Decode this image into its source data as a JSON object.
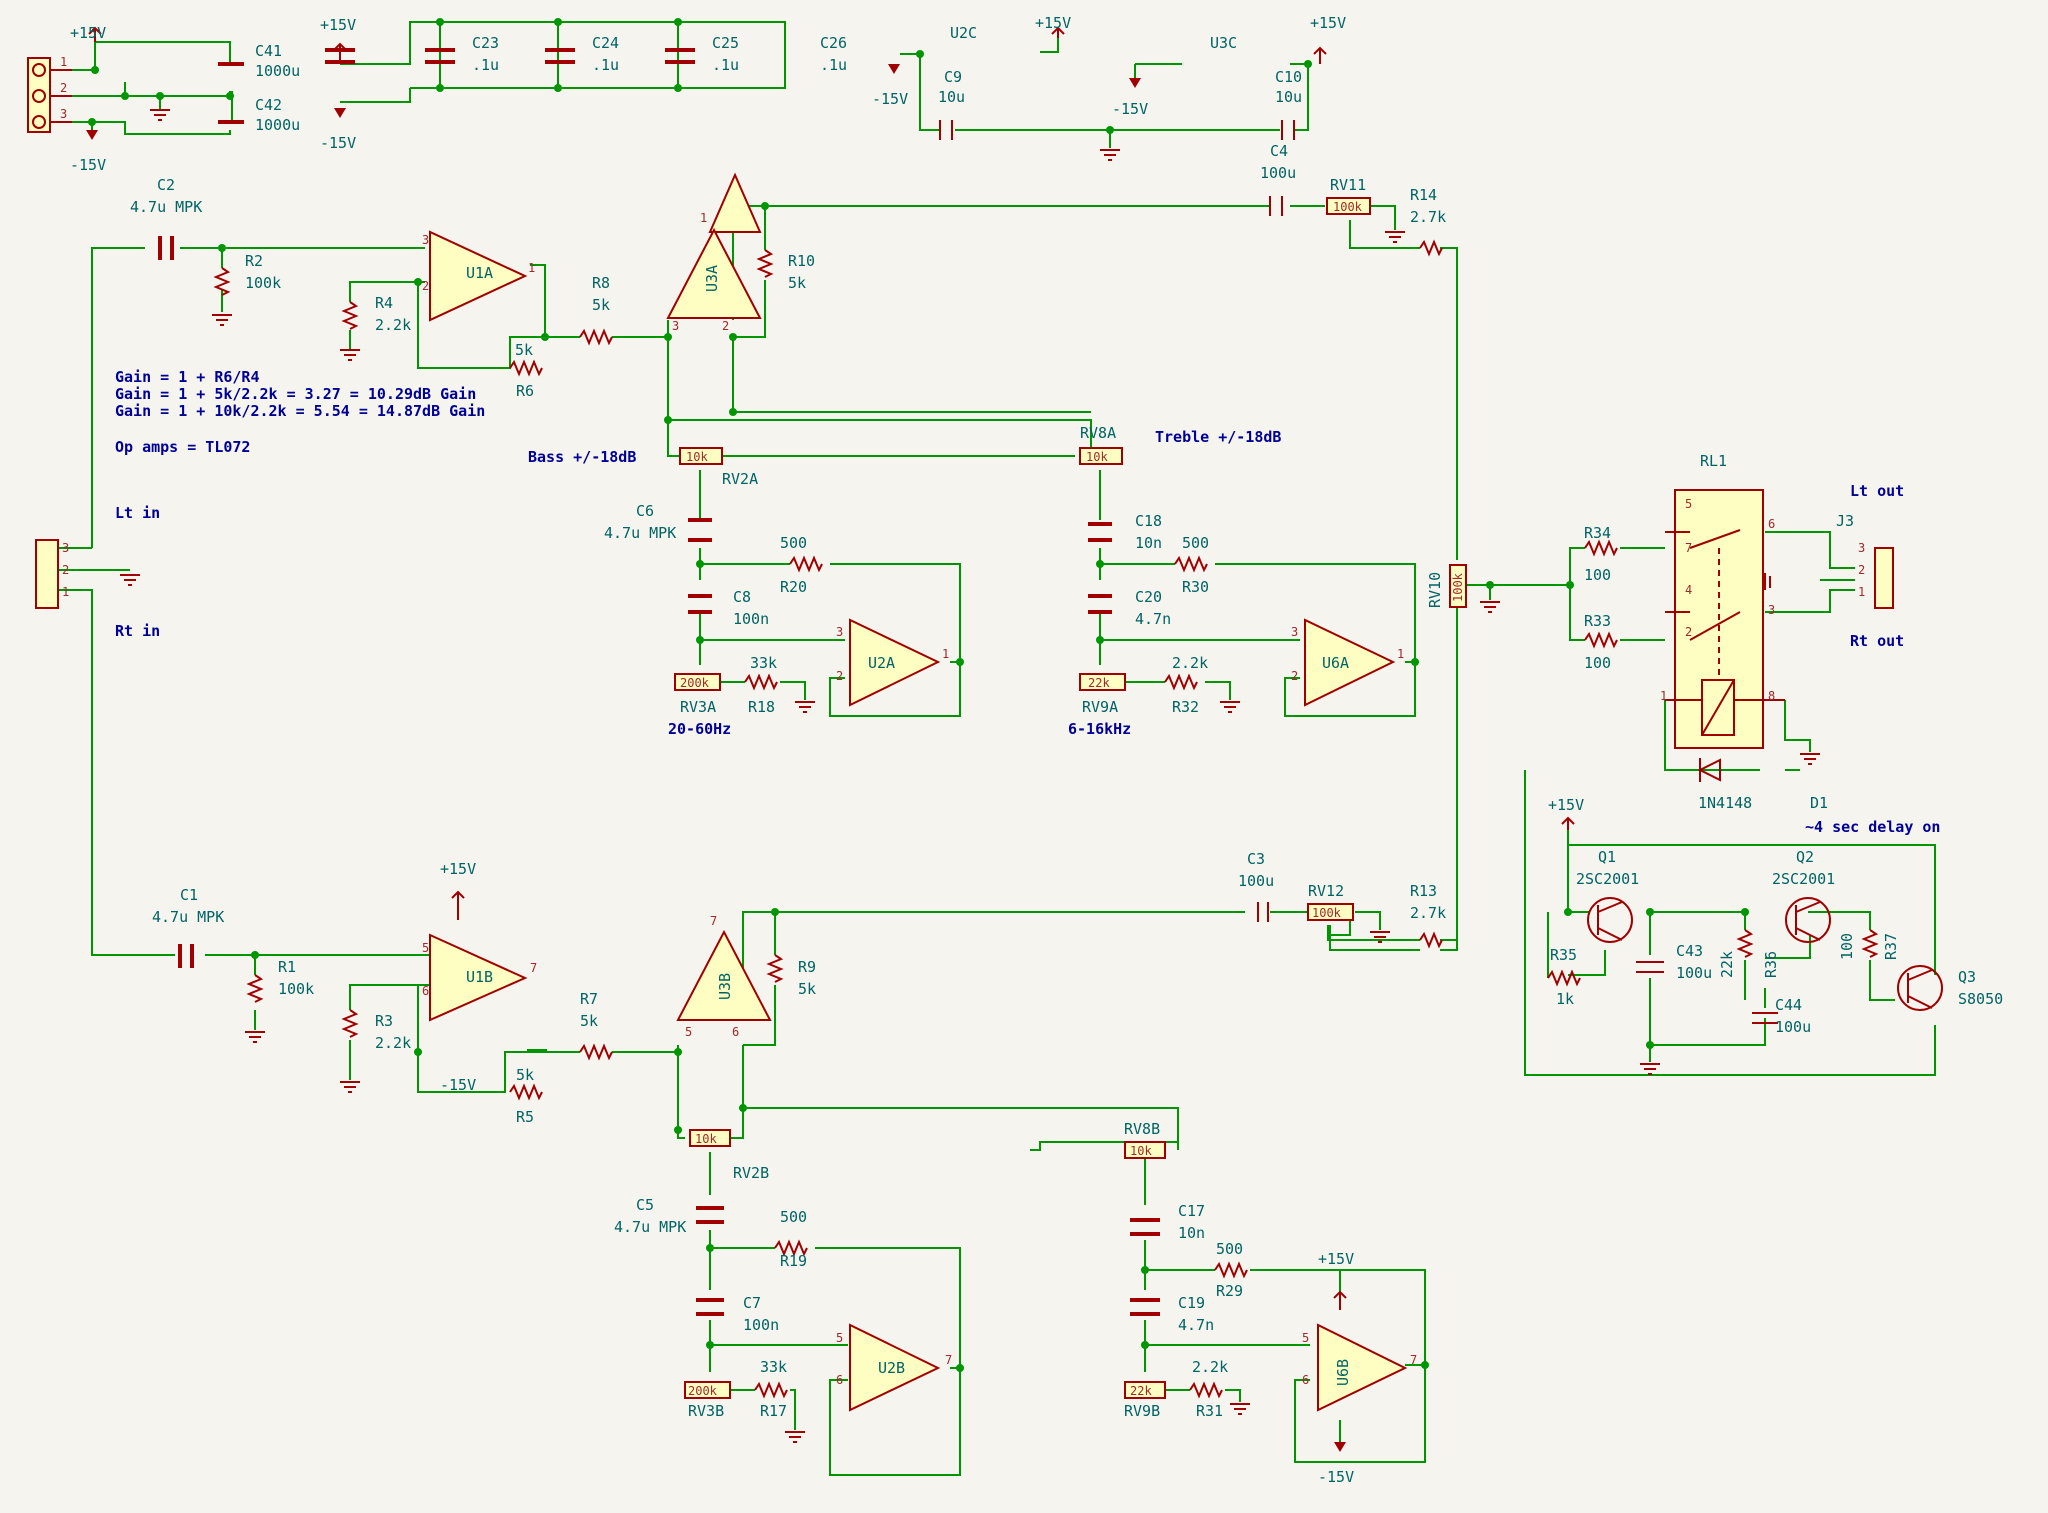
{
  "components": [
    {
      "id": "C41",
      "ref": "C41",
      "value": "1000u"
    },
    {
      "id": "C42",
      "ref": "C42",
      "value": "1000u"
    },
    {
      "id": "C23",
      "ref": "C23",
      "value": ".1u"
    },
    {
      "id": "C24",
      "ref": "C24",
      "value": ".1u"
    },
    {
      "id": "C25",
      "ref": "C25",
      "value": ".1u"
    },
    {
      "id": "C26",
      "ref": "C26",
      "value": ".1u"
    },
    {
      "id": "U2C",
      "ref": "U2C",
      "value": ""
    },
    {
      "id": "U3C",
      "ref": "U3C",
      "value": ""
    },
    {
      "id": "C9",
      "ref": "C9",
      "value": "10u"
    },
    {
      "id": "C10",
      "ref": "C10",
      "value": "10u"
    },
    {
      "id": "C4",
      "ref": "C4",
      "value": "100u"
    },
    {
      "id": "RV11",
      "ref": "RV11",
      "value": "100k"
    },
    {
      "id": "R14",
      "ref": "R14",
      "value": "2.7k"
    },
    {
      "id": "C2",
      "ref": "C2",
      "value": "4.7u MPK"
    },
    {
      "id": "R2",
      "ref": "R2",
      "value": "100k"
    },
    {
      "id": "U1A",
      "ref": "U1A",
      "value": ""
    },
    {
      "id": "R4",
      "ref": "R4",
      "value": "2.2k"
    },
    {
      "id": "R6",
      "ref": "R6",
      "value": "5k"
    },
    {
      "id": "R8",
      "ref": "R8",
      "value": "5k"
    },
    {
      "id": "U3A",
      "ref": "U3A",
      "value": ""
    },
    {
      "id": "R10",
      "ref": "R10",
      "value": "5k"
    },
    {
      "id": "RV2A",
      "ref": "RV2A",
      "value": "10k"
    },
    {
      "id": "RV8A",
      "ref": "RV8A",
      "value": "10k"
    },
    {
      "id": "C6",
      "ref": "C6",
      "value": "4.7u MPK"
    },
    {
      "id": "R20",
      "ref": "R20",
      "value": "500"
    },
    {
      "id": "C8",
      "ref": "C8",
      "value": "100n"
    },
    {
      "id": "U2A",
      "ref": "U2A",
      "value": ""
    },
    {
      "id": "RV3A",
      "ref": "RV3A",
      "value": "200k"
    },
    {
      "id": "R18",
      "ref": "R18",
      "value": "33k"
    },
    {
      "id": "C18",
      "ref": "C18",
      "value": "10n"
    },
    {
      "id": "R30",
      "ref": "R30",
      "value": "500"
    },
    {
      "id": "C20",
      "ref": "C20",
      "value": "4.7n"
    },
    {
      "id": "U6A",
      "ref": "U6A",
      "value": ""
    },
    {
      "id": "RV9A",
      "ref": "RV9A",
      "value": "22k"
    },
    {
      "id": "R32",
      "ref": "R32",
      "value": "2.2k"
    },
    {
      "id": "RV10",
      "ref": "RV10",
      "value": "100k"
    },
    {
      "id": "RL1",
      "ref": "RL1",
      "value": ""
    },
    {
      "id": "R34",
      "ref": "R34",
      "value": "100"
    },
    {
      "id": "R33",
      "ref": "R33",
      "value": "100"
    },
    {
      "id": "J3",
      "ref": "J3",
      "value": ""
    },
    {
      "id": "D1",
      "ref": "D1",
      "value": "1N4148"
    },
    {
      "id": "Q1",
      "ref": "Q1",
      "value": "2SC2001"
    },
    {
      "id": "Q2",
      "ref": "Q2",
      "value": "2SC2001"
    },
    {
      "id": "Q3",
      "ref": "Q3",
      "value": "S8050"
    },
    {
      "id": "R35",
      "ref": "R35",
      "value": "1k"
    },
    {
      "id": "C43",
      "ref": "C43",
      "value": "100u"
    },
    {
      "id": "R36",
      "ref": "R36",
      "value": "22k"
    },
    {
      "id": "C44",
      "ref": "C44",
      "value": "100u"
    },
    {
      "id": "R37",
      "ref": "R37",
      "value": "100"
    },
    {
      "id": "C1",
      "ref": "C1",
      "value": "4.7u MPK"
    },
    {
      "id": "R1",
      "ref": "R1",
      "value": "100k"
    },
    {
      "id": "U1B",
      "ref": "U1B",
      "value": ""
    },
    {
      "id": "R3",
      "ref": "R3",
      "value": "2.2k"
    },
    {
      "id": "R5",
      "ref": "R5",
      "value": "5k"
    },
    {
      "id": "R7",
      "ref": "R7",
      "value": "5k"
    },
    {
      "id": "U3B",
      "ref": "U3B",
      "value": ""
    },
    {
      "id": "R9",
      "ref": "R9",
      "value": "5k"
    },
    {
      "id": "C3",
      "ref": "C3",
      "value": "100u"
    },
    {
      "id": "RV12",
      "ref": "RV12",
      "value": "100k"
    },
    {
      "id": "R13",
      "ref": "R13",
      "value": "2.7k"
    },
    {
      "id": "RV2B",
      "ref": "RV2B",
      "value": "10k"
    },
    {
      "id": "RV8B",
      "ref": "RV8B",
      "value": "10k"
    },
    {
      "id": "C5",
      "ref": "C5",
      "value": "4.7u MPK"
    },
    {
      "id": "R19",
      "ref": "R19",
      "value": "500"
    },
    {
      "id": "C7",
      "ref": "C7",
      "value": "100n"
    },
    {
      "id": "U2B",
      "ref": "U2B",
      "value": ""
    },
    {
      "id": "RV3B",
      "ref": "RV3B",
      "value": "200k"
    },
    {
      "id": "R17",
      "ref": "R17",
      "value": "33k"
    },
    {
      "id": "C17",
      "ref": "C17",
      "value": "10n"
    },
    {
      "id": "R29",
      "ref": "R29",
      "value": "500"
    },
    {
      "id": "C19",
      "ref": "C19",
      "value": "4.7n"
    },
    {
      "id": "U6B",
      "ref": "U6B",
      "value": ""
    },
    {
      "id": "RV9B",
      "ref": "RV9B",
      "value": "22k"
    },
    {
      "id": "R31",
      "ref": "R31",
      "value": "2.2k"
    }
  ],
  "power": {
    "pos": "+15V",
    "neg": "-15V"
  },
  "notes": {
    "gain_formula": "Gain = 1 + R6/R4",
    "gain_a": "Gain = 1 + 5k/2.2k  = 3.27 = 10.29dB Gain",
    "gain_b": "Gain = 1 + 10k/2.2k = 5.54 = 14.87dB Gain",
    "opamps": "Op amps = TL072",
    "lt_in": "Lt in",
    "rt_in": "Rt in",
    "bass": "Bass +/-18dB",
    "treble": "Treble +/-18dB",
    "bass_range": "20-60Hz",
    "treble_range": "6-16kHz",
    "lt_out": "Lt out",
    "rt_out": "Rt out",
    "delay": "~4 sec delay on"
  },
  "colors": {
    "wire": "#009600",
    "body": "#a00000",
    "fill": "#fffec2",
    "text": "#006464",
    "note": "#000096",
    "bg": "#f5f4ef"
  }
}
